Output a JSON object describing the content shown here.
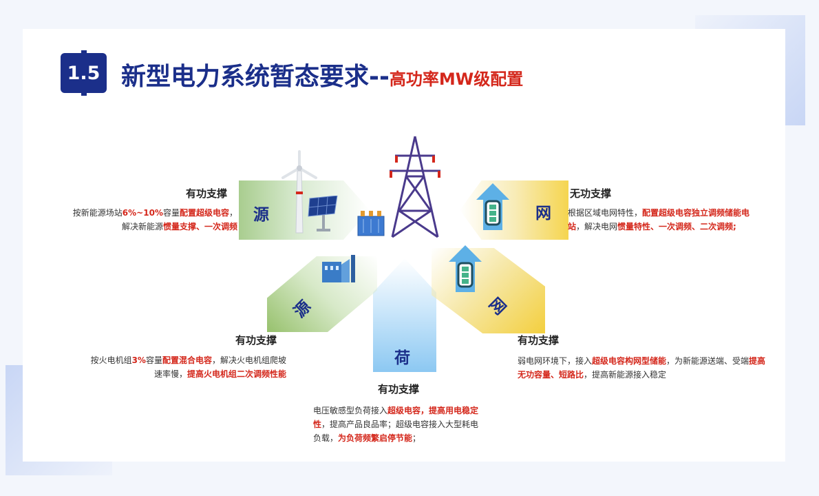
{
  "header": {
    "badge": "1.5",
    "title_main": "新型电力系统暂态要求--",
    "title_sub": "高功率MW级配置"
  },
  "colors": {
    "primary": "#1b2f8a",
    "highlight": "#d4271b",
    "green": "#8cbf6a",
    "yellow": "#f3cf3e",
    "blue": "#8cc8f2"
  },
  "wings": {
    "source_top": "源",
    "grid_top": "网",
    "source_bottom": "源",
    "load": "荷",
    "grid_bottom": "网"
  },
  "blocks": {
    "source_top": {
      "heading": "有功支撑",
      "p1": "按新能源场站",
      "h1": "6%~10%",
      "p2": "容量",
      "h2": "配置超级电容",
      "p3": "，",
      "p4": "解决新能源",
      "h3": "惯量支撑、一次调频"
    },
    "grid_top": {
      "heading": "无功支撑",
      "p1": "根据区域电网特性，",
      "h1": "配置超级电容独立调频储能电站",
      "p2": "，解决电网",
      "h2": "惯量特性、一次调频、二次调频;"
    },
    "source_bottom": {
      "heading": "有功支撑",
      "p1": "按火电机组",
      "h1": "3%",
      "p2": "容量",
      "h2": "配置混合电容",
      "p3": "，解决火电机组爬坡速率慢，",
      "h3": "提高火电机组二次调频性能"
    },
    "load": {
      "heading": "有功支撑",
      "p1": "电压敏感型负荷接入",
      "h1": "超级电容，提高用电稳定性",
      "p2": "，提高产品良品率；超级电容接入大型耗电负载，",
      "h2": "为负荷频繁启停节能",
      "p3": "；"
    },
    "grid_bottom": {
      "heading": "有功支撑",
      "p1": "弱电网环境下，接入",
      "h1": "超级电容构网型储能",
      "p2": "，为新能源送端、受端",
      "h2": "提高无功容量、短路比",
      "p3": "，提高新能源接入稳定"
    }
  },
  "icons": [
    "wind-turbine-icon",
    "solar-panel-icon",
    "transmission-tower-icon",
    "transformer-icon",
    "thermal-plant-icon",
    "battery-up-icon"
  ]
}
